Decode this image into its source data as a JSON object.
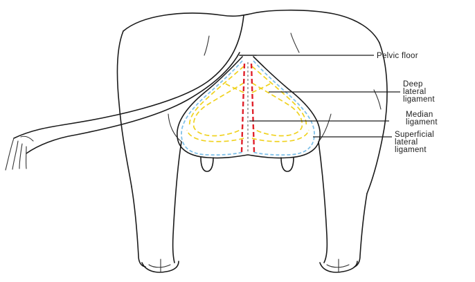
{
  "labels": {
    "pelvic_floor": "Pelvic floor",
    "deep_lateral": [
      "Deep",
      "lateral",
      "ligament"
    ],
    "median": [
      "Median",
      "ligament"
    ],
    "superficial_lateral": [
      "Superficial",
      "lateral",
      "ligament"
    ]
  },
  "colors": {
    "outline": "#1a1a1a",
    "median_ligament": "#e0202a",
    "deep_lateral_ligament": "#f0d21e",
    "superficial_lateral_ligament": "#7fc0e8"
  }
}
